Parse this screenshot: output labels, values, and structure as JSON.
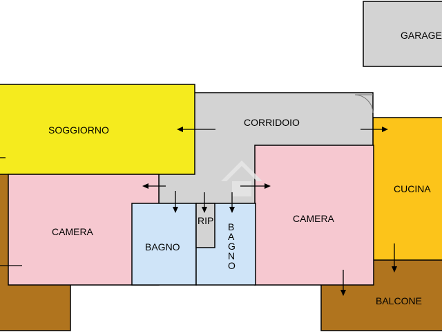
{
  "rooms": {
    "garage": {
      "label": "GARAGE",
      "color": "#d3d3d3"
    },
    "soggiorno": {
      "label": "SOGGIORNO",
      "color": "#f5eb1e"
    },
    "corridoio": {
      "label": "CORRIDOIO",
      "color": "#d3d3d3"
    },
    "camera_left": {
      "label": "CAMERA",
      "color": "#f6c8d0"
    },
    "camera_right": {
      "label": "CAMERA",
      "color": "#f6c8d0"
    },
    "bagno_main": {
      "label": "BAGNO",
      "color": "#cfe4f8"
    },
    "bagno_vertical": {
      "letters": [
        "B",
        "A",
        "G",
        "N",
        "O"
      ],
      "color": "#cfe4f8"
    },
    "ripostiglio": {
      "label": "RIP",
      "color": "#d3d3d3"
    },
    "cucina": {
      "label": "CUCINA",
      "color": "#fcc41a"
    },
    "balcone": {
      "label": "BALCONE",
      "color": "#b0741e"
    },
    "terrace_left": {
      "color": "#b0741e"
    }
  },
  "watermark_color": "#e6e6e6"
}
